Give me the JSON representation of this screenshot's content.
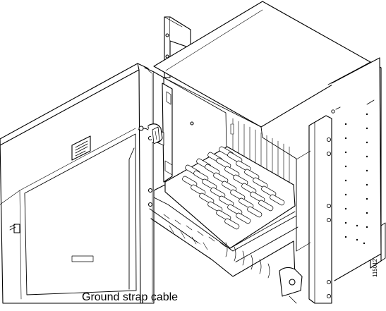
{
  "diagram": {
    "callouts": [
      {
        "id": "ground-strap-cable",
        "label": "Ground strap cable"
      }
    ],
    "figure_number": "115012"
  },
  "colors": {
    "line": "#000000",
    "fill": "#ffffff",
    "hatch": "#333333"
  }
}
